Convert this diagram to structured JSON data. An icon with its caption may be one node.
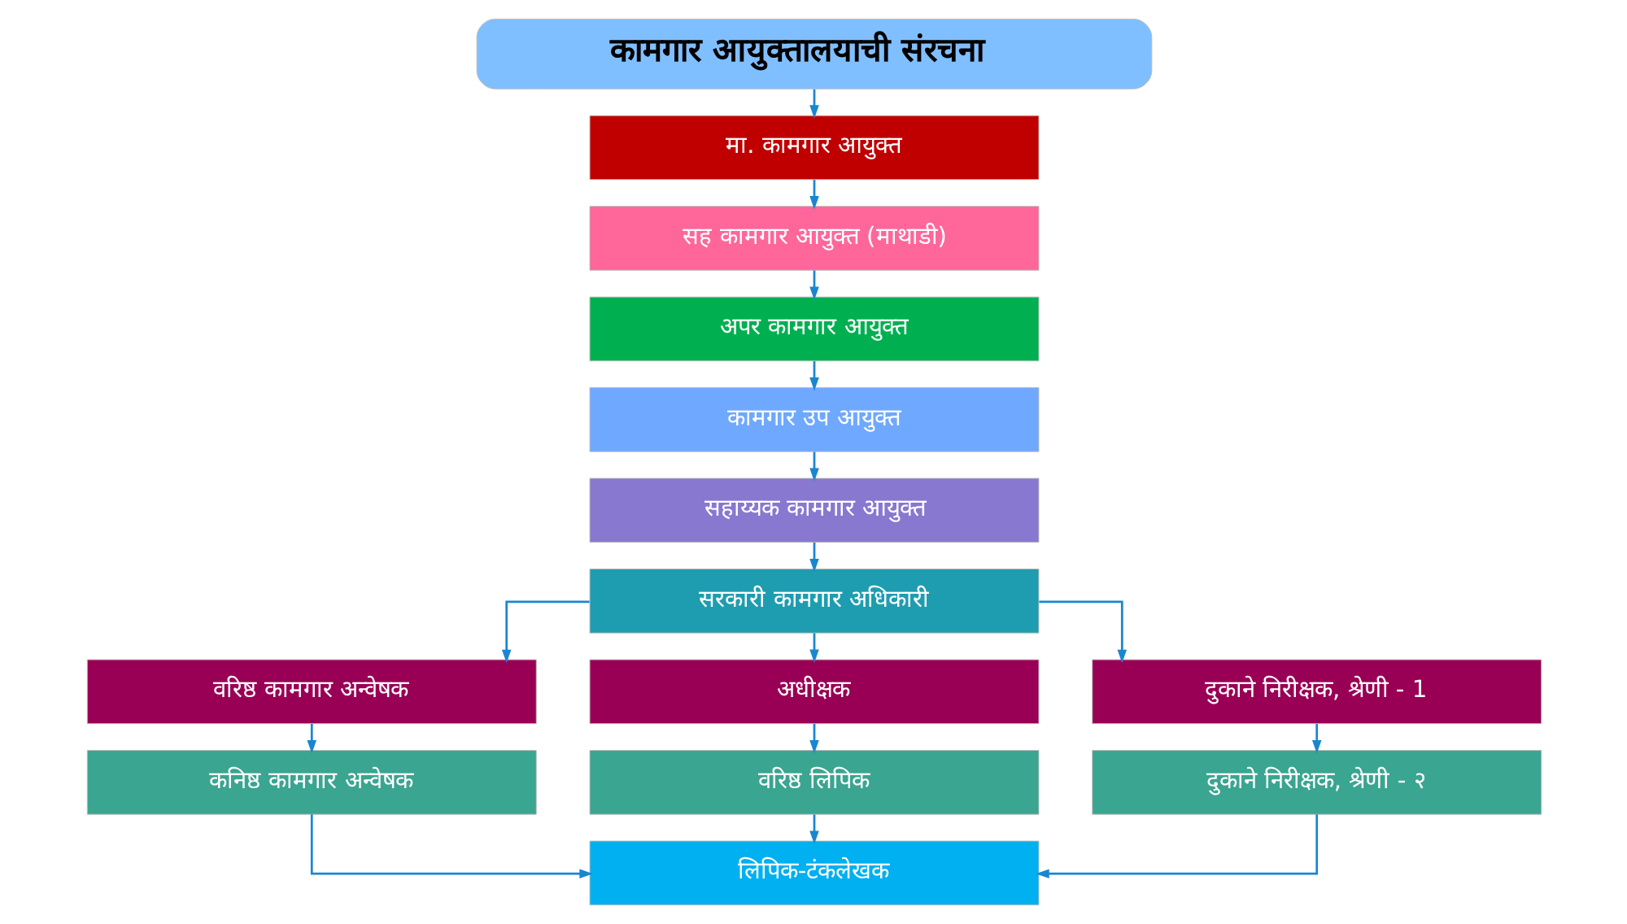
{
  "diagram": {
    "nodes": [
      {
        "text": [
          "कामगार आयुक्तालयाची संरचना"
        ]
      },
      {
        "text": [
          "मा. कामगार आयुक्त"
        ]
      },
      {
        "text": [
          "सह कामगार आयुक्त (माथाडी)"
        ]
      },
      {
        "text": [
          "अपर कामगार आयुक्त"
        ]
      },
      {
        "text": [
          "कामगार उप आयुक्त"
        ]
      },
      {
        "text": [
          "सहाय्यक कामगार आयुक्त"
        ]
      },
      {
        "text": [
          "सरकारी कामगार अधिकारी"
        ]
      },
      {
        "text": [
          "वरिष्ठ कामगार अन्वेषक"
        ]
      },
      {
        "text": [
          "अधीक्षक"
        ]
      },
      {
        "text": [
          "दुकाने निरीक्षक, श्रेणी - 1"
        ]
      },
      {
        "text": [
          "कनिष्ठ कामगार अन्वेषक"
        ]
      },
      {
        "text": [
          "वरिष्ठ लिपिक"
        ]
      },
      {
        "text": [
          "दुकाने निरीक्षक, श्रेणी - २"
        ]
      },
      {
        "text": [
          "लिपिक-टंकलेखक"
        ]
      }
    ],
    "edges": [
      {
        "from": 0,
        "to": 1,
        "arrow": "to"
      },
      {
        "from": 1,
        "to": 2,
        "arrow": "to"
      },
      {
        "from": 2,
        "to": 3,
        "arrow": "to"
      },
      {
        "from": 3,
        "to": 4,
        "arrow": "to"
      },
      {
        "from": 4,
        "to": 5,
        "arrow": "to"
      },
      {
        "from": 5,
        "to": 6,
        "arrow": "to"
      },
      {
        "from": 6,
        "to": 7,
        "arrow": "to"
      },
      {
        "from": 6,
        "to": 8,
        "arrow": "to"
      },
      {
        "from": 6,
        "to": 9,
        "arrow": "to"
      },
      {
        "from": 7,
        "to": 10,
        "arrow": "to"
      },
      {
        "from": 8,
        "to": 11,
        "arrow": "to"
      },
      {
        "from": 9,
        "to": 12,
        "arrow": "to"
      },
      {
        "from": 10,
        "to": 13,
        "arrow": "to"
      },
      {
        "from": 11,
        "to": 13,
        "arrow": "to"
      },
      {
        "from": 12,
        "to": 13,
        "arrow": "to"
      }
    ]
  }
}
